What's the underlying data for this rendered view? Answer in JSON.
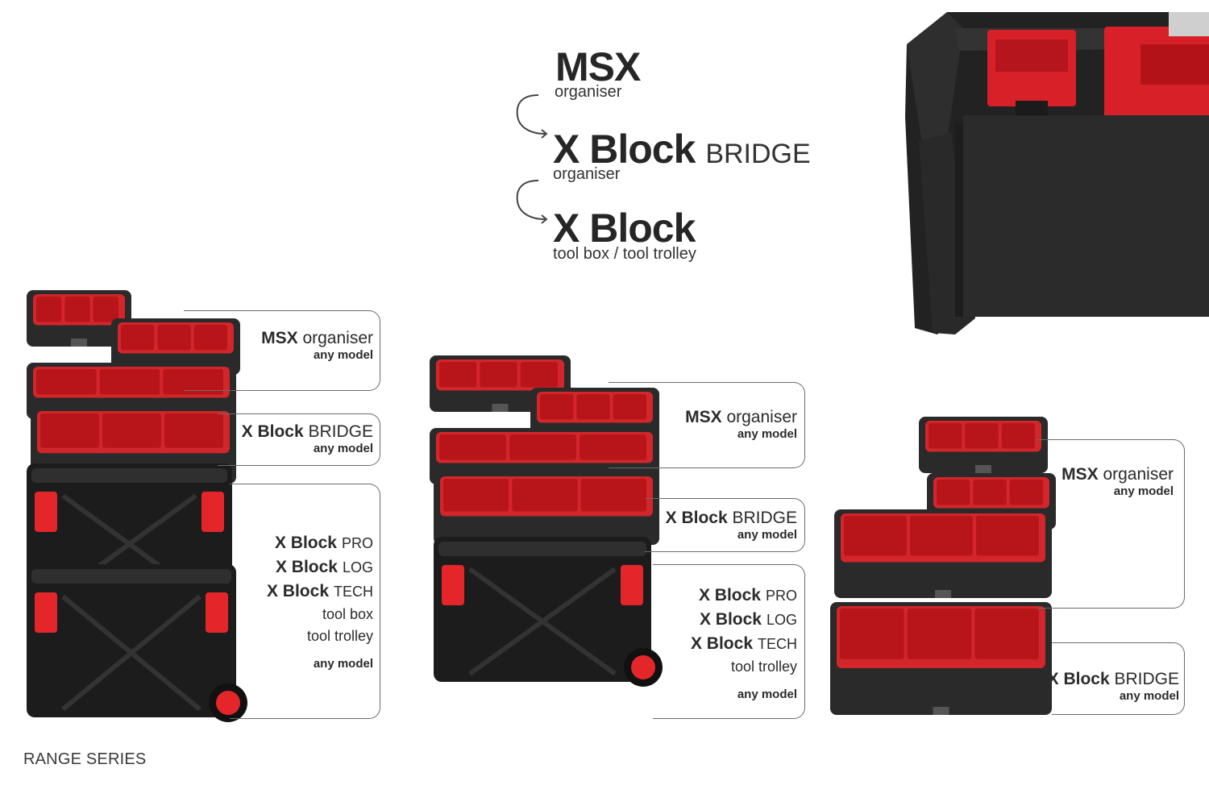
{
  "hierarchy": {
    "msx": {
      "title": "MSX",
      "subtitle": "organiser"
    },
    "bridge": {
      "title": "X Block",
      "suffix": "BRIDGE",
      "subtitle": "organiser"
    },
    "xblock": {
      "title": "X Block",
      "subtitle": "tool box / tool trolley"
    }
  },
  "stack1": {
    "msx": {
      "name": "MSX",
      "suffix": "organiser",
      "note": "any model"
    },
    "bridge": {
      "name": "X Block",
      "suffix": "BRIDGE",
      "note": "any model"
    },
    "xblock": {
      "lines": [
        {
          "name": "X Block",
          "suffix": "PRO"
        },
        {
          "name": "X Block",
          "suffix": "LOG"
        },
        {
          "name": "X Block",
          "suffix": "TECH"
        }
      ],
      "types": [
        "tool box",
        "tool trolley"
      ],
      "note": "any model"
    }
  },
  "stack2": {
    "msx": {
      "name": "MSX",
      "suffix": "organiser",
      "note": "any model"
    },
    "bridge": {
      "name": "X Block",
      "suffix": "BRIDGE",
      "note": "any model"
    },
    "xblock": {
      "lines": [
        {
          "name": "X Block",
          "suffix": "PRO"
        },
        {
          "name": "X Block",
          "suffix": "LOG"
        },
        {
          "name": "X Block",
          "suffix": "TECH"
        }
      ],
      "types": [
        "tool trolley"
      ],
      "note": "any model"
    }
  },
  "stack3": {
    "msx": {
      "name": "MSX",
      "suffix": "organiser",
      "note": "any model"
    },
    "bridge": {
      "name": "X Block",
      "suffix": "BRIDGE",
      "note": "any model"
    }
  },
  "footer": "RANGE SERIES",
  "colors": {
    "red": "#e4262b",
    "dark": "#2a2a2a",
    "black": "#1c1c1c",
    "frame": "#6a6a6a"
  }
}
